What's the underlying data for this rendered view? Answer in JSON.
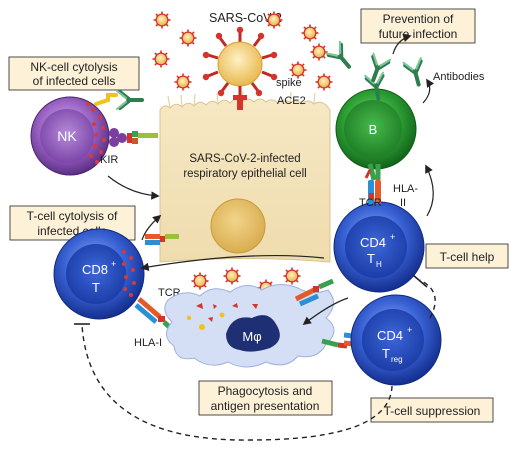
{
  "labels": {
    "virus": "SARS-CoV-2",
    "spike": "spike",
    "ace2": "ACE2",
    "antibodies": "Antibodies",
    "kir": "KIR",
    "tcr_th": "TCR",
    "hla_ii_line1": "HLA-",
    "hla_ii_line2": "II",
    "tcr_cd8": "TCR",
    "hla_i": "HLA-I",
    "epithelial_line1": "SARS-CoV-2-infected",
    "epithelial_line2": "respiratory epithelial cell"
  },
  "boxes": {
    "nk_cytolysis_line1": "NK-cell cytolysis",
    "nk_cytolysis_line2": "of infected cells",
    "prevention_line1": "Prevention of",
    "prevention_line2": "future infection",
    "tcell_cytolysis_line1": "T-cell cytolysis of",
    "tcell_cytolysis_line2": "infected cells",
    "tcell_help": "T-cell help",
    "phagocytosis_line1": "Phagocytosis and",
    "phagocytosis_line2": "antigen presentation",
    "tcell_suppression": "T-cell suppression"
  },
  "cells": {
    "nk": "NK",
    "b": "B",
    "cd8_line1": "CD8",
    "cd8_sup": "+",
    "cd8_line2": "T",
    "cd4h_line1": "CD4",
    "cd4h_sup": "+",
    "cd4h_line2": "T",
    "cd4h_sub": "H",
    "cd4r_line1": "CD4",
    "cd4r_sup": "+",
    "cd4r_line2": "T",
    "cd4r_sub": "reg",
    "macrophage": "Mφ"
  },
  "colors": {
    "box_fill": "#fdf1d8",
    "epithelial": "#f3e2b6",
    "nucleus": "#e7c36d",
    "nk": "#8e56b8",
    "bcell": "#2c9d33",
    "tcell": "#2550c8",
    "antibody": "#3a8c5a",
    "virus": "#e8b84d",
    "virus_spike": "#d4342c",
    "macrophage": "#cfd9f2"
  }
}
